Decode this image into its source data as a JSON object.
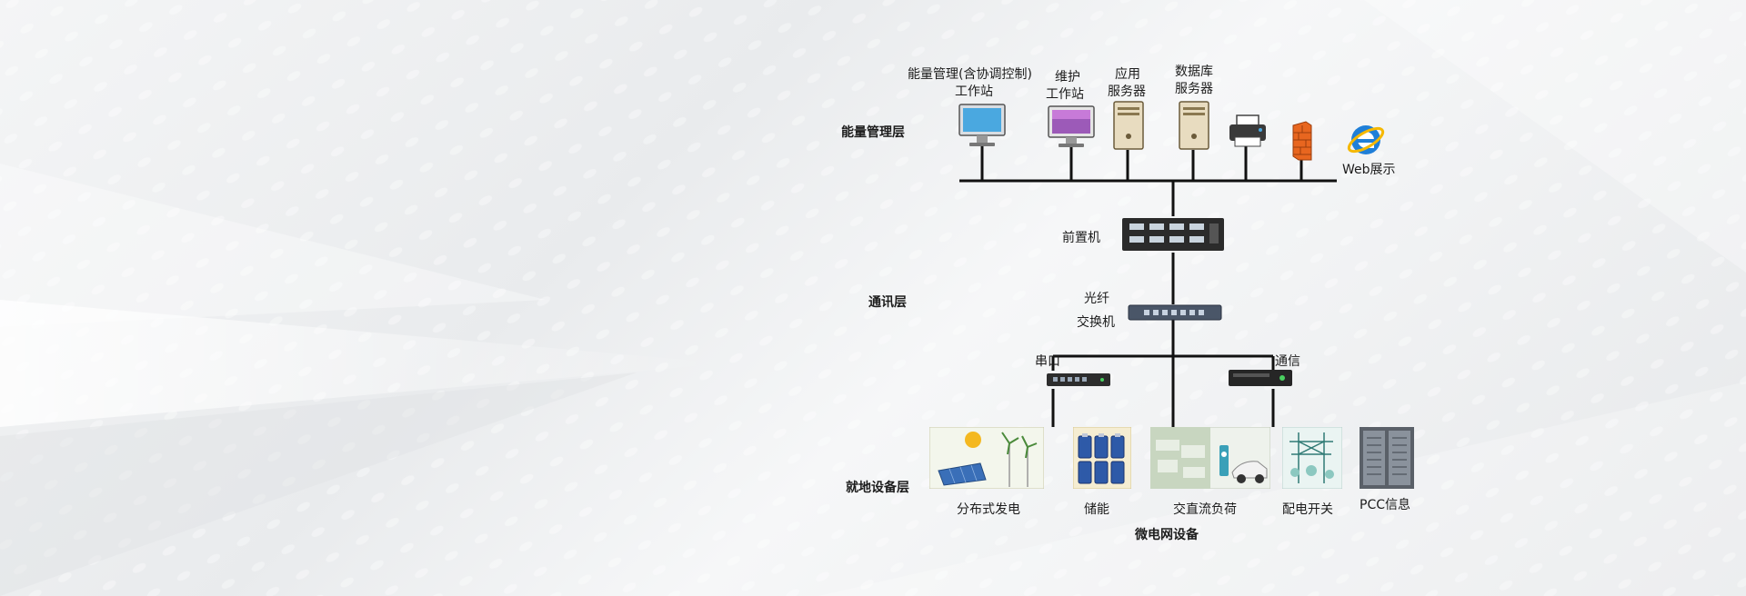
{
  "layers": {
    "energy_management": "能量管理层",
    "communication": "通讯层",
    "local_device": "就地设备层"
  },
  "top_devices": {
    "energy_workstation_line1": "能量管理(含协调控制)",
    "energy_workstation_line2": "工作站",
    "maintenance_workstation_line1": "维护",
    "maintenance_workstation_line2": "工作站",
    "app_server_line1": "应用",
    "app_server_line2": "服务器",
    "db_server_line1": "数据库",
    "db_server_line2": "服务器",
    "web_display": "Web展示"
  },
  "middle_devices": {
    "front_end_processor": "前置机",
    "fiber_switch_line1": "光纤",
    "fiber_switch_line2": "交换机",
    "serial_port": "串口",
    "communication": "通信"
  },
  "bottom_devices": {
    "distributed_generation": "分布式发电",
    "energy_storage": "储能",
    "ac_dc_load": "交直流负荷",
    "distribution_switch": "配电开关",
    "pcc_info": "PCC信息",
    "microgrid_devices": "微电网设备"
  },
  "colors": {
    "line": "#111111",
    "firewall": "#e8661f",
    "ie_blue": "#1f7fd8",
    "server": "#e8dcc0"
  }
}
